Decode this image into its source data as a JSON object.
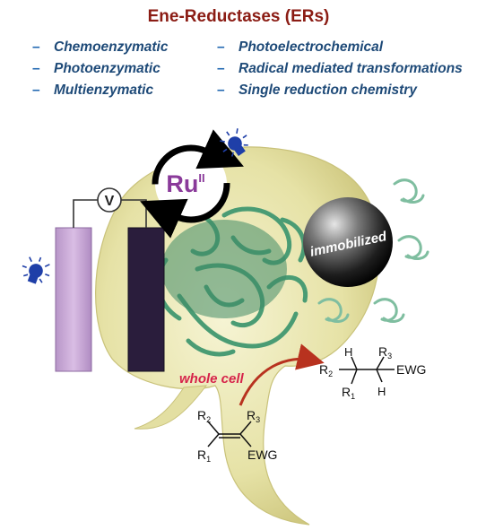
{
  "title": "Ene-Reductases (ERs)",
  "left_items": [
    {
      "label": "Chemoenzymatic"
    },
    {
      "label": "Photoenzymatic"
    },
    {
      "label": "Multienzymatic"
    }
  ],
  "right_items": [
    {
      "label": "Photoelectrochemical"
    },
    {
      "label": "Radical mediated transformations"
    },
    {
      "label": "Single reduction chemistry"
    }
  ],
  "catalyst": {
    "symbol": "Ru",
    "oxidation": "II"
  },
  "voltmeter": "V",
  "immobilized": "immobilized",
  "whole_cell": "whole cell",
  "substrate": {
    "r2": "R",
    "r2_sub": "2",
    "r1": "R",
    "r1_sub": "1",
    "r3": "R",
    "r3_sub": "3",
    "ewg": "EWG"
  },
  "product": {
    "r2": "R",
    "r2_sub": "2",
    "r1": "R",
    "r1_sub": "1",
    "r3": "R",
    "r3_sub": "3",
    "h_top": "H",
    "h_bottom": "H",
    "ewg": "EWG"
  },
  "colors": {
    "title": "#8b1c14",
    "list_text": "#1e4a78",
    "cell": "#e5e1a8",
    "protein": "#4a9c74",
    "anode": "#c9a6d6",
    "cathode": "#2a1d3c",
    "arrow": "#b8321f",
    "catalyst": "#8a3a9a",
    "lamp": "#1f3fa8"
  }
}
